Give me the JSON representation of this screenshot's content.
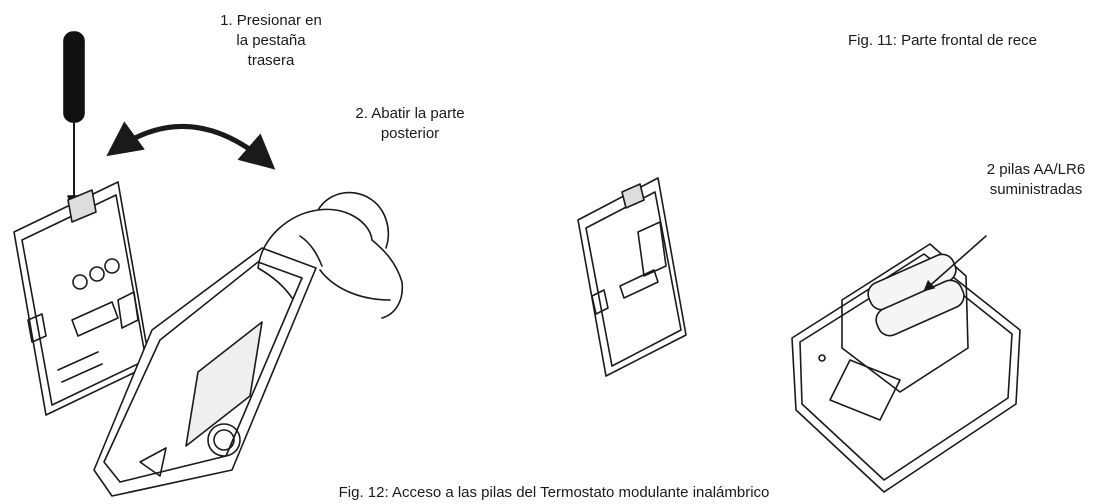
{
  "labels": {
    "step1": [
      "1. Presionar en",
      "la pestaña",
      "trasera"
    ],
    "step2": [
      "2. Abatir la parte",
      "posterior"
    ],
    "fig11": "Fig. 11: Parte frontal de rece",
    "batteries": [
      "2 pilas AA/LR6",
      "suministradas"
    ],
    "fig12": "Fig. 12: Acceso a las pilas del Termostato modulante inalámbrico"
  },
  "colors": {
    "ink": "#1a1a1a",
    "screen_fill": "#efefef",
    "battery_fill": "#f5f5f5"
  },
  "icons": [
    "screwdriver-icon",
    "curved-double-arrow-icon",
    "hand-icon",
    "pointer-arrow-icon"
  ]
}
